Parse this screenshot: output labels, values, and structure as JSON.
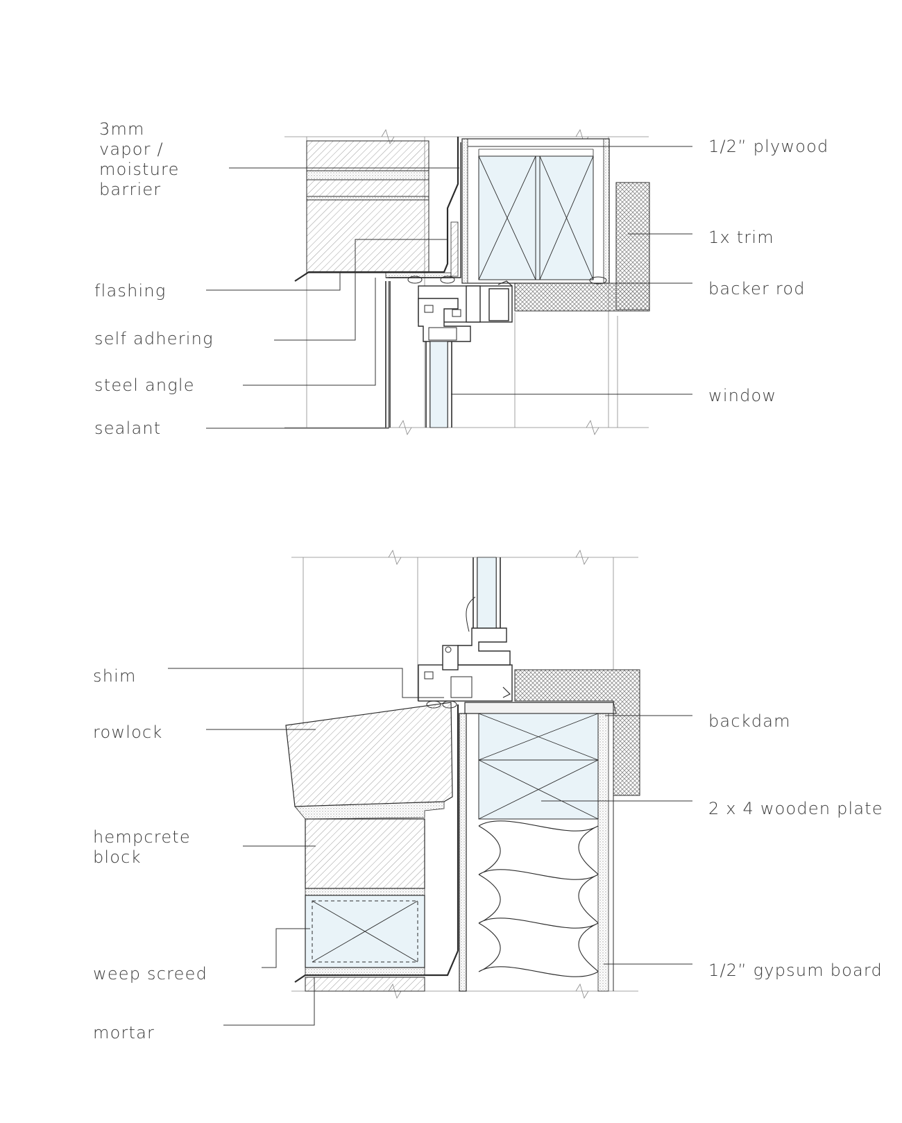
{
  "colors": {
    "ink": "#2b2b2b",
    "hatch": "#b8b8b8",
    "glass": "#e9f3f8",
    "background": "#ffffff"
  },
  "head_detail": {
    "left_labels": {
      "vapor_barrier": [
        "3mm",
        "vapor /",
        "moisture",
        "barrier"
      ],
      "flashing": "flashing",
      "self_adhering": "self adhering",
      "steel_angle": "steel angle",
      "sealant": "sealant"
    },
    "right_labels": {
      "plywood": "1/2” plywood",
      "trim": "1x trim",
      "backer_rod": "backer rod",
      "window": "window"
    }
  },
  "sill_detail": {
    "left_labels": {
      "shim": "shim",
      "rowlock": "rowlock",
      "hempcrete_block": [
        "hempcrete",
        "block"
      ],
      "weep_screed": "weep screed",
      "mortar": "mortar"
    },
    "right_labels": {
      "backdam": "backdam",
      "wooden_plate": "2 x 4 wooden plate",
      "gypsum_board": "1/2” gypsum board"
    }
  }
}
